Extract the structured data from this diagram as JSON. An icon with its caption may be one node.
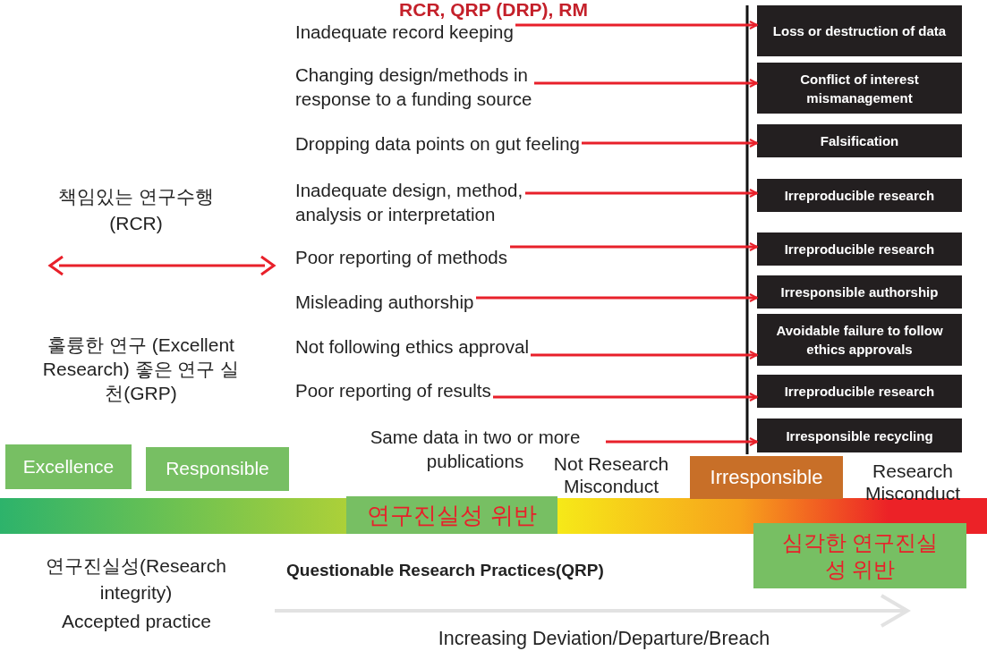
{
  "diagram": {
    "title": "RCR, QRP (DRP), RM",
    "nodes": [
      {
        "text": [
          "Inadequate record keeping"
        ]
      },
      {
        "text": [
          "Changing design/methods in response to a funding source"
        ]
      },
      {
        "text": [
          "Dropping data points on gut feeling"
        ]
      },
      {
        "text": [
          "Inadequate design, method, analysis or interpretation"
        ]
      },
      {
        "text": [
          "Poor reporting of methods"
        ]
      },
      {
        "text": [
          "Misleading authorship"
        ]
      },
      {
        "text": [
          "Not following ethics approval"
        ]
      },
      {
        "text": [
          "Poor reporting of results"
        ]
      },
      {
        "text": [
          "Same data in two or more publications"
        ]
      },
      {
        "text": [
          "Loss or destruction of data"
        ]
      },
      {
        "text": [
          "Conflict of interest mismanagement"
        ]
      },
      {
        "text": [
          "Falsification"
        ]
      },
      {
        "text": [
          "Irreproducible research"
        ]
      },
      {
        "text": [
          "Irreproducible research"
        ]
      },
      {
        "text": [
          "Irresponsible authorship"
        ]
      },
      {
        "text": [
          "Avoidable failure to follow ethics approvals"
        ]
      },
      {
        "text": [
          "Irreproducible research"
        ]
      },
      {
        "text": [
          "Irresponsible recycling"
        ]
      },
      {
        "text": [
          "Excellence"
        ]
      },
      {
        "text": [
          "Responsible"
        ]
      },
      {
        "text": [
          "연구진실성 위반"
        ]
      },
      {
        "text": [
          "Irresponsible"
        ]
      },
      {
        "text": [
          "심각한 연구진실성 위반"
        ]
      }
    ],
    "edges": [
      {
        "from": 0,
        "to": 9,
        "arrow": "to"
      },
      {
        "from": 1,
        "to": 10,
        "arrow": "to"
      },
      {
        "from": 2,
        "to": 11,
        "arrow": "to"
      },
      {
        "from": 3,
        "to": 12,
        "arrow": "to"
      },
      {
        "from": 4,
        "to": 13,
        "arrow": "to"
      },
      {
        "from": 5,
        "to": 14,
        "arrow": "to"
      },
      {
        "from": 6,
        "to": 15,
        "arrow": "to"
      },
      {
        "from": 7,
        "to": 16,
        "arrow": "to"
      },
      {
        "from": 8,
        "to": 17,
        "arrow": "to"
      }
    ],
    "labels": [
      "책임있는 연구수행 (RCR)",
      "훌륭한 연구 (Excellent Research) 좋은 연구 실천(GRP)",
      "Not Research Misconduct",
      "Research Misconduct",
      "연구진실성(Research integrity)",
      "Accepted practice",
      "Questionable Research Practices(QRP)",
      "Increasing Deviation/Departure/Breach"
    ]
  }
}
